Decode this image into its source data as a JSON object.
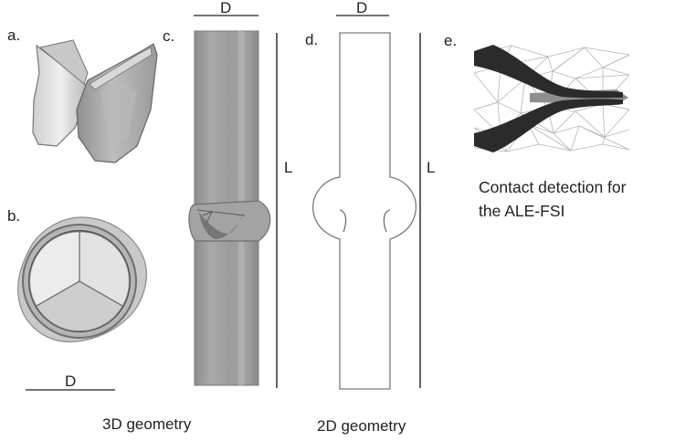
{
  "panels": {
    "a": {
      "label": "a."
    },
    "b": {
      "label": "b."
    },
    "c": {
      "label": "c."
    },
    "d": {
      "label": "d."
    },
    "e": {
      "label": "e."
    }
  },
  "dimensions": {
    "diameter": "D",
    "length": "L"
  },
  "captions": {
    "geometry_3d": "3D geometry",
    "geometry_2d": "2D geometry",
    "contact_line1": "Contact detection for",
    "contact_line2": "the ALE-FSI"
  },
  "colors": {
    "leaflet_light": "#d9d9d9",
    "leaflet_mid": "#a6a6a6",
    "tube": "#9a9a9a",
    "outline": "#555555",
    "contact_dark": "#2b2b2b",
    "mesh": "#b5b5b5"
  }
}
